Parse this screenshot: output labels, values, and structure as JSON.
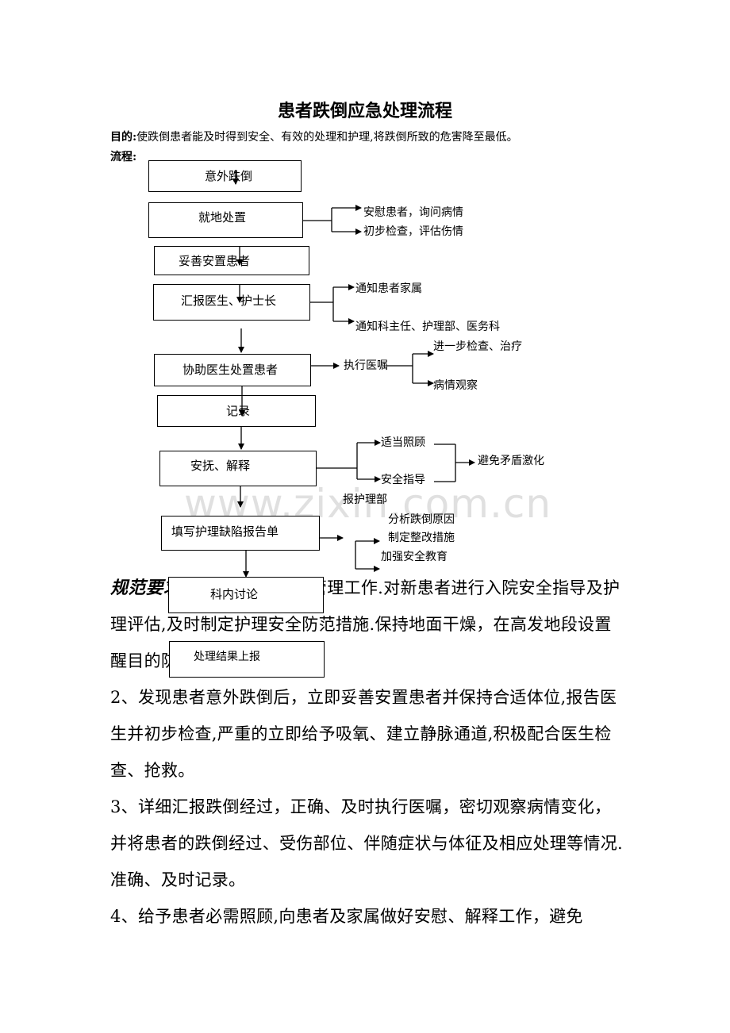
{
  "document": {
    "title": "患者跌倒应急处理流程",
    "purpose_label": "目的:",
    "purpose_text": "使跌倒患者能及时得到安全、有效的处理和护理,将跌倒所致的危害降至最低。",
    "flow_label": "流程:"
  },
  "flowchart": {
    "steps": [
      "意外跌倒",
      "就地处置",
      "妥善安置患者",
      "汇报医生、护士长",
      "协助医生处置患者",
      "记录",
      "安抚、解释",
      "填写护理缺陷报告单",
      "科内讨论",
      "处理结果上报"
    ],
    "branches": {
      "onsite_1": "安慰患者，询问病情",
      "onsite_2": "初步检查，评估伤情",
      "report_1": "通知患者家属",
      "report_2": "通知科主任、护理部、医务科",
      "execute_orders": "执行医嘱",
      "orders_1": "进一步检查、治疗",
      "orders_2": "病情观察",
      "comfort_1": "适当照顾",
      "comfort_2": "安全指导",
      "comfort_result": "避免矛盾激化",
      "nursing_dept": "报护理部",
      "discuss_1": "分析跌倒原因",
      "discuss_2": "制定整改措施",
      "discuss_3": "加强安全教育"
    }
  },
  "requirements": {
    "heading": "规范要求",
    "p1_behind": "1、加强患者安全管理工作.对新患者进行入院安全指导及护理评估,及时制定护理安全防范措施.保持地面干燥，在高发地段设置醒目的防滑标识提示。",
    "p2": "2、发现患者意外跌倒后，立即妥善安置患者并保持合适体位,报告医生并初步检查,严重的立即给予吸氧、建立静脉通道,积极配合医生检查、抢救。",
    "p3": "3、详细汇报跌倒经过，正确、及时执行医嘱，密切观察病情变化，并将患者的跌倒经过、受伤部位、伴随症状与体征及相应处理等情况.准确、及时记录。",
    "p4": "4、给予患者必需照顾,向患者及家属做好安慰、解释工作，避免"
  },
  "watermark": "www.zixin.com.cn"
}
